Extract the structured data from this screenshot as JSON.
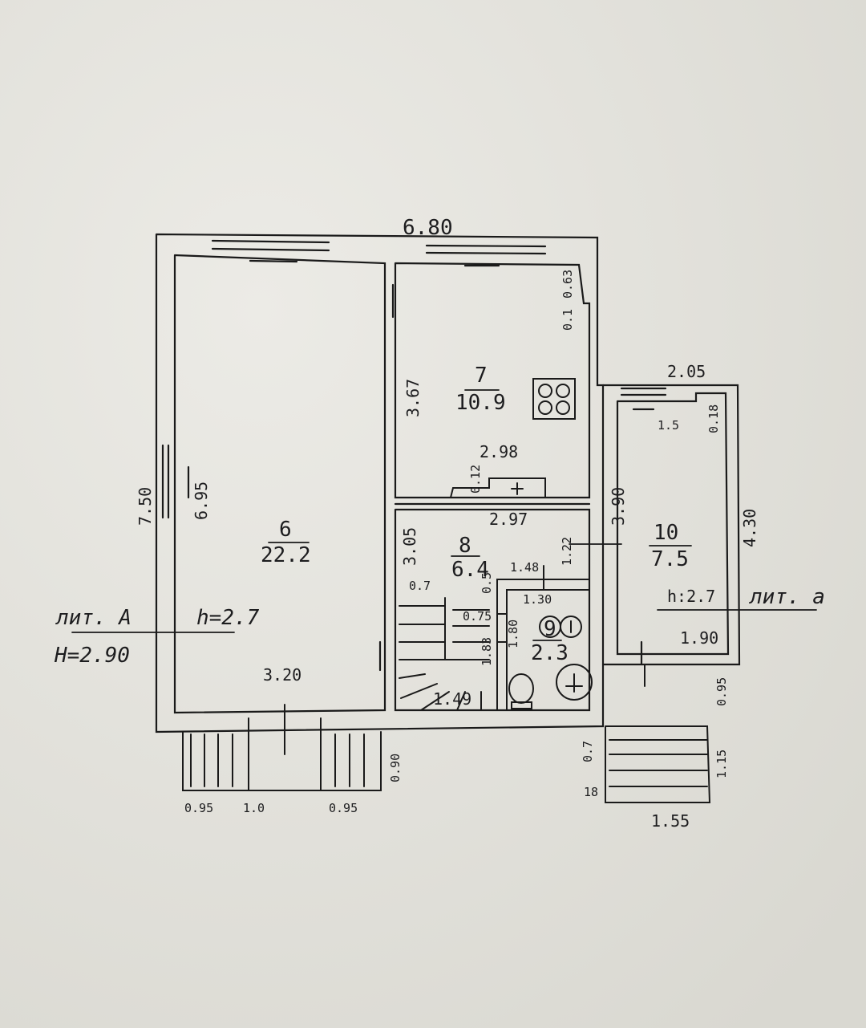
{
  "colors": {
    "paper": "#e4e3dd",
    "ink": "#1a1a1a"
  },
  "dims": {
    "total_width": "6.80",
    "left_height": "7.50",
    "room6_height": "6.95",
    "room7_inner": "3.67",
    "window_a": "0.63",
    "window_b": "0.1",
    "kitchen_width": "2.98",
    "kitchen_small": "0.12",
    "hall_width": "2.97",
    "hall_height": "3.05",
    "hall_width2": "1.48",
    "hall_small": "0.7",
    "hall_small2": "0.5",
    "bath_width": "1.30",
    "bath_height": "1.80",
    "stair_step": "0.75",
    "stair_side": "1.83",
    "stair_width": "1.49",
    "room6_bottom": "3.20",
    "porch_a": "0.95",
    "porch_b": "1.0",
    "porch_c": "0.95",
    "porch_depth": "0.90",
    "ext_top": "2.05",
    "ext_window": "1.5",
    "ext_small": "0.18",
    "ext_left": "3.90",
    "ext_door": "1.22",
    "ext_right": "4.30",
    "ext_bottom": "1.90",
    "step_a": "0.95",
    "step_b": "0.7",
    "step_c": "1.15",
    "step_count": "18",
    "step_width": "1.55"
  },
  "rooms": {
    "r6": {
      "number": "6",
      "area": "22.2"
    },
    "r7": {
      "number": "7",
      "area": "10.9"
    },
    "r8": {
      "number": "8",
      "area": "6.4"
    },
    "r9": {
      "number": "9",
      "area": "2.3"
    },
    "r10": {
      "number": "10",
      "area": "7.5"
    }
  },
  "labels": {
    "lit_a": "лит. А",
    "lit_a_small": "лит. а",
    "h_a": "h=2.7",
    "H_a": "H=2.90",
    "h_ext": "h:2.7"
  }
}
